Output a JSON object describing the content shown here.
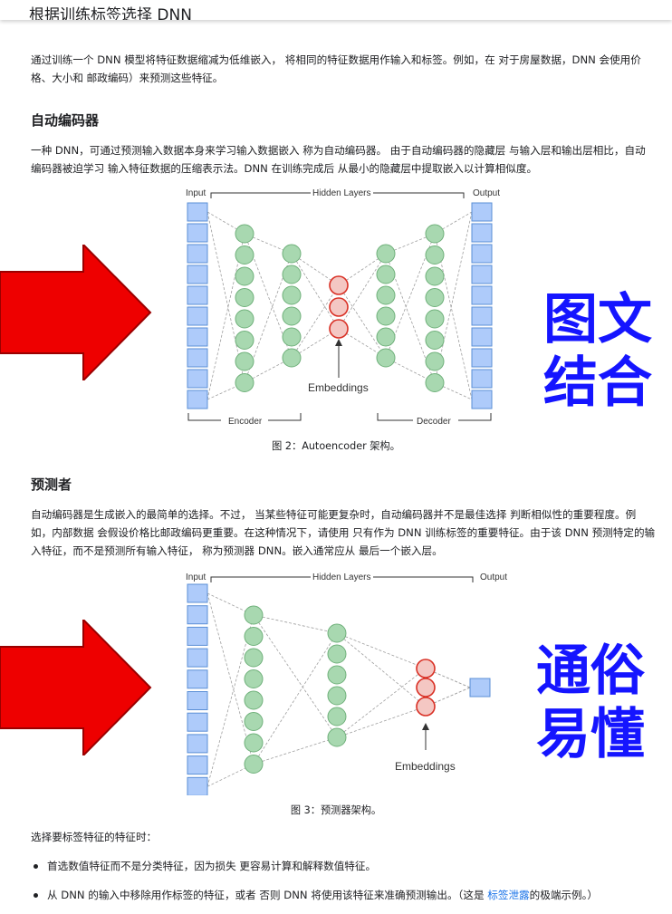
{
  "top_heading_cut": "根据训练标签选择 DNN",
  "intro_paragraph": "通过训练一个 DNN 模型将特征数据缩减为低维嵌入， 将相同的特征数据用作输入和标签。例如，在 对于房屋数据，DNN 会使用价格、大小和 邮政编码）来预测这些特征。",
  "autoencoder": {
    "heading": "自动编码器",
    "paragraph": "一种 DNN，可通过预测输入数据本身来学习输入数据嵌入 称为自动编码器。 由于自动编码器的隐藏层 与输入层和输出层相比，自动编码器被迫学习 输入特征数据的压缩表示法。DNN 在训练完成后 从最小的隐藏层中提取嵌入以计算相似度。",
    "figure": {
      "input_label": "Input",
      "hidden_label": "Hidden Layers",
      "output_label": "Output",
      "embeddings_label": "Embeddings",
      "encoder_label": "Encoder",
      "decoder_label": "Decoder",
      "caption": "图 2：Autoencoder 架构。"
    }
  },
  "predictor": {
    "heading": "预测者",
    "paragraph": "自动编码器是生成嵌入的最简单的选择。不过， 当某些特征可能更复杂时，自动编码器并不是最佳选择 判断相似性的重要程度。例如，内部数据 会假设价格比邮政编码更重要。在这种情况下，请使用 只有作为 DNN 训练标签的重要特征。由于该 DNN 预测特定的输入特征，而不是预测所有输入特征， 称为预测器 DNN。嵌入通常应从 最后一个嵌入层。",
    "figure": {
      "input_label": "Input",
      "hidden_label": "Hidden Layers",
      "output_label": "Output",
      "embeddings_label": "Embeddings",
      "caption": "图 3：预测器架构。"
    }
  },
  "select_label_text": "选择要标签特征的特征时：",
  "bullets": {
    "b1": "首选数值特征而不是分类特征，因为损失 更容易计算和解释数值特征。",
    "b2_pre": "从 DNN 的输入中移除用作标签的特征，或者 否则 DNN 将使用该特征来准确预测输出。（这是 ",
    "b2_link": "标签泄露",
    "b2_post": "的极端示例。）"
  },
  "overlay_text_1": {
    "line1": "图文",
    "line2": "结合"
  },
  "overlay_text_2": {
    "line1": "通俗",
    "line2": "易懂"
  },
  "colors": {
    "arrow_red": "#ee0000",
    "overlay_blue": "#1515ff",
    "green_node": "#a8d8b0",
    "red_node": "#f4c7c3",
    "input_node": "#aecbfa",
    "link_blue": "#1a73e8"
  }
}
